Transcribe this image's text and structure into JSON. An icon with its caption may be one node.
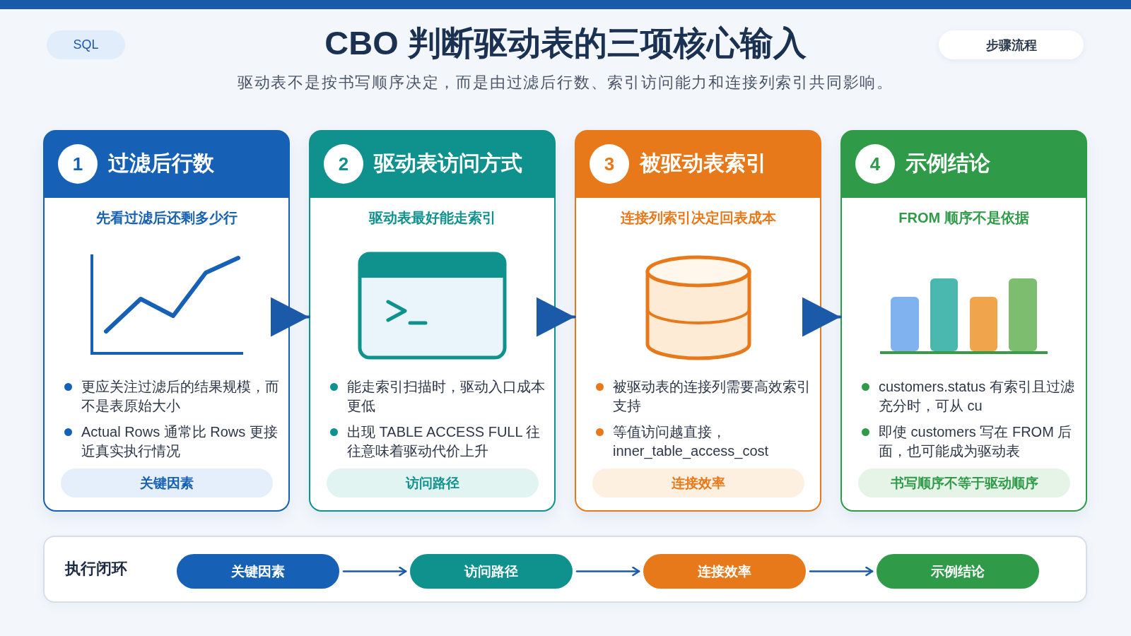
{
  "diagram": {
    "title": "CBO 判断驱动表的三项核心输入",
    "nodes": [
      {
        "text": [
          "过滤后行数",
          "先看过滤后还剩多少行",
          "更应关注过滤后的结果规模，而不是表原始大小",
          "Actual Rows 通常比 Rows 更接近真实执行情况"
        ]
      },
      {
        "text": [
          "1"
        ],
        "in": 0
      },
      {
        "text": [
          "关键因素"
        ],
        "in": 0
      },
      {
        "text": [
          "驱动表访问方式",
          "驱动表最好能走索引",
          "能走索引扫描时，驱动入口成本更低",
          "出现 TABLE ACCESS FULL 往往意味着驱动代价上升"
        ]
      },
      {
        "text": [
          "2"
        ],
        "in": 3
      },
      {
        "text": [
          "访问路径"
        ],
        "in": 3
      },
      {
        "text": [
          "被驱动表索引",
          "连接列索引决定回表成本",
          "被驱动表的连接列需要高效索引支持",
          "等值访问越直接，inner_table_access_cost"
        ]
      },
      {
        "text": [
          "3"
        ],
        "in": 6
      },
      {
        "text": [
          "连接效率"
        ],
        "in": 6
      },
      {
        "text": [
          "示例结论",
          "FROM 顺序不是依据",
          "customers.status 有索引且过滤充分时，可从 cu",
          "即使 customers 写在 FROM 后面，也可能成为驱动表"
        ]
      },
      {
        "text": [
          "4"
        ],
        "in": 9
      },
      {
        "text": [
          "书写顺序不等于驱动顺序"
        ],
        "in": 9
      },
      {
        "text": [
          "执行闭环"
        ]
      },
      {
        "text": [
          "关键因素"
        ],
        "in": 12
      },
      {
        "text": [
          "访问路径"
        ],
        "in": 12
      },
      {
        "text": [
          "连接效率"
        ],
        "in": 12
      },
      {
        "text": [
          "示例结论"
        ],
        "in": 12
      }
    ],
    "edges": [
      {
        "from": 0,
        "to": 3,
        "arrow": "to"
      },
      {
        "from": 3,
        "to": 6,
        "arrow": "to"
      },
      {
        "from": 6,
        "to": 9,
        "arrow": "to"
      },
      {
        "from": 13,
        "to": 14,
        "arrow": "to"
      },
      {
        "from": 14,
        "to": 15,
        "arrow": "to"
      },
      {
        "from": 15,
        "to": 16,
        "arrow": "to"
      }
    ],
    "labels": [
      "SQL",
      "步骤流程",
      "驱动表不是按书写顺序决定，而是由过滤后行数、索引访问能力和连接列索引共同影响。"
    ]
  }
}
